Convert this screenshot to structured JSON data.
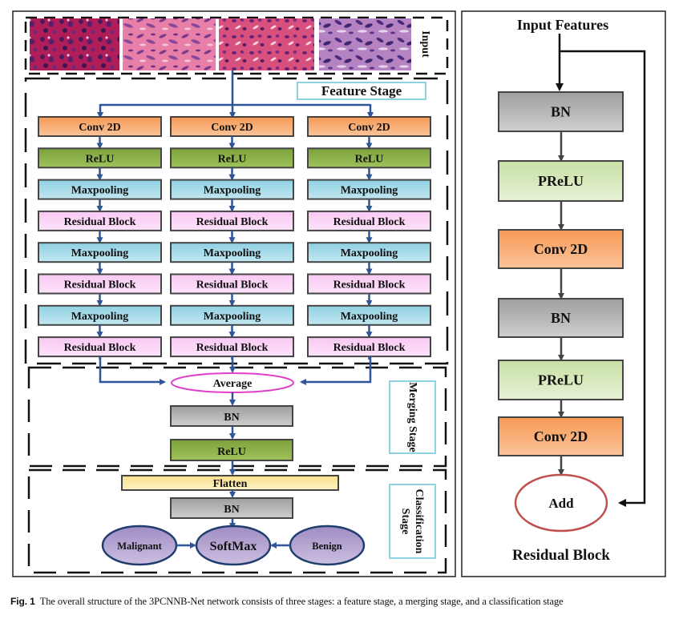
{
  "figure": {
    "caption_label": "Fig. 1",
    "caption_text": "The overall structure of the 3PCNNB-Net network consists of three stages: a feature stage, a merging stage, and a classification stage"
  },
  "main_panel": {
    "input_label": "Input",
    "input_images": [
      {
        "name": "histology-image-1",
        "description": "dense red-purple cells with white vacuoles"
      },
      {
        "name": "histology-image-2",
        "description": "pink fibrous tissue with purple nuclei"
      },
      {
        "name": "histology-image-3",
        "description": "pink-magenta tissue with clustered nuclei"
      },
      {
        "name": "histology-image-4",
        "description": "purple-violet stained tissue"
      }
    ],
    "feature_stage": {
      "title": "Feature Stage",
      "branches": [
        [
          "Conv 2D",
          "ReLU",
          "Maxpooling",
          "Residual Block",
          "Maxpooling",
          "Residual Block",
          "Maxpooling",
          "Residual Block"
        ],
        [
          "Conv 2D",
          "ReLU",
          "Maxpooling",
          "Residual Block",
          "Maxpooling",
          "Residual Block",
          "Maxpooling",
          "Residual Block"
        ],
        [
          "Conv 2D",
          "ReLU",
          "Maxpooling",
          "Residual Block",
          "Maxpooling",
          "Residual Block",
          "Maxpooling",
          "Residual Block"
        ]
      ]
    },
    "merging_stage": {
      "title": "Merging Stage",
      "average": "Average",
      "bn": "BN",
      "relu": "ReLU"
    },
    "classification_stage": {
      "title_line1": "Classification",
      "title_line2": "Stage",
      "flatten": "Flatten",
      "bn": "BN",
      "softmax": "SoftMax",
      "malignant": "Malignant",
      "benign": "Benign"
    }
  },
  "residual_panel": {
    "input_label": "Input Features",
    "layers": [
      "BN",
      "PReLU",
      "Conv 2D",
      "BN",
      "PReLU",
      "Conv 2D"
    ],
    "add": "Add",
    "title": "Residual Block"
  },
  "colors": {
    "conv": "#f7a265",
    "relu": "#8fb04a",
    "maxpool": "#a9dbe8",
    "residual": "#fbd5f7",
    "bn": "#b5b5b5",
    "prelu": "#d5e8b8",
    "flatten": "#fbe9a8",
    "class_ellipse": "#b7a6d1",
    "arrow": "#2d5597",
    "average_border": "#e040c8",
    "stage_label_border": "#8fd3e3",
    "add_border": "#c0504d"
  }
}
